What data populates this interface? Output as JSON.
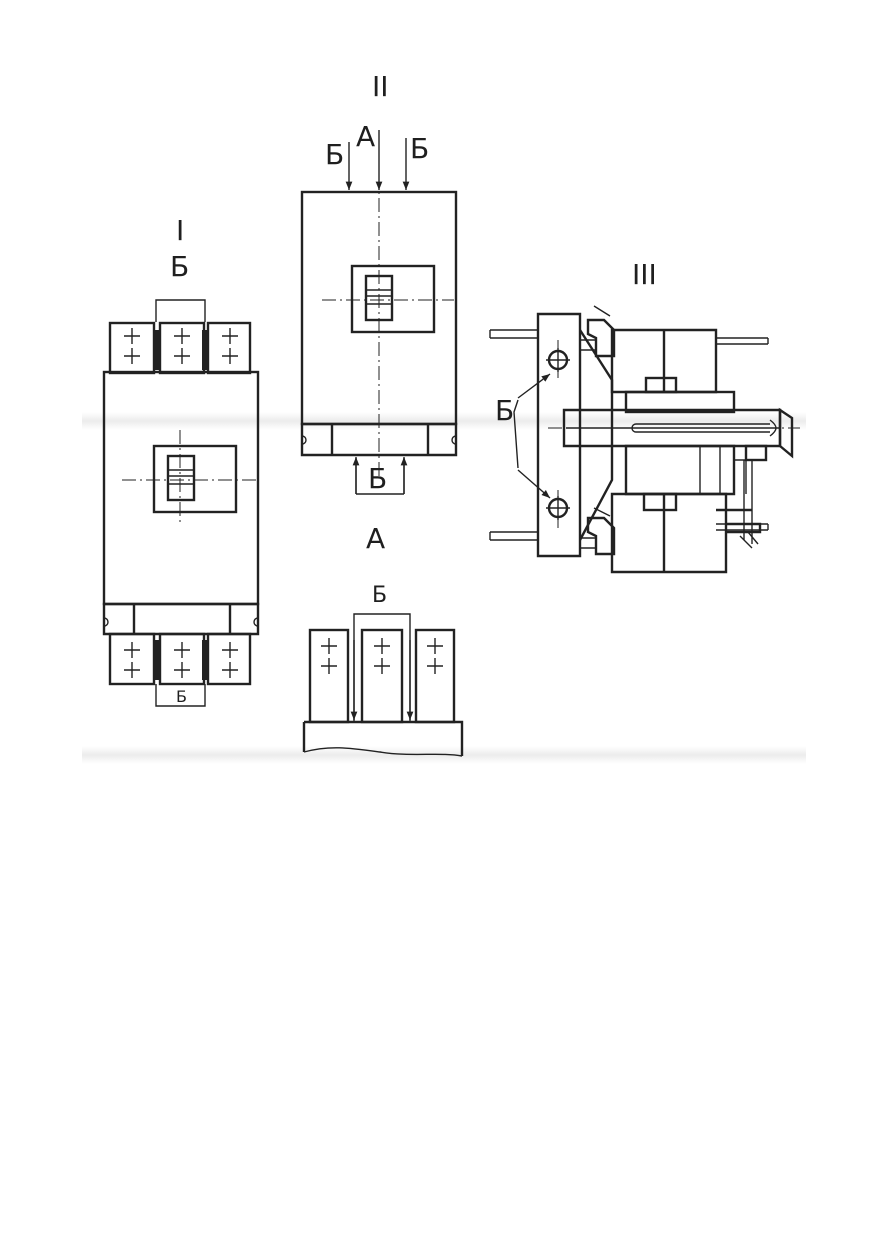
{
  "views": {
    "view1": {
      "label": "I",
      "top_marker": "Б",
      "bottom_marker": "Б"
    },
    "view2": {
      "label": "II",
      "marker_a": "А",
      "marker_b_left": "Б",
      "marker_b_right": "Б",
      "bottom_marker": "Б"
    },
    "view3": {
      "label": "III",
      "marker": "Б"
    },
    "view_a": {
      "label": "А",
      "marker": "Б"
    }
  },
  "colors": {
    "line": "#222222",
    "background": "#ffffff",
    "band": "#ececec"
  }
}
